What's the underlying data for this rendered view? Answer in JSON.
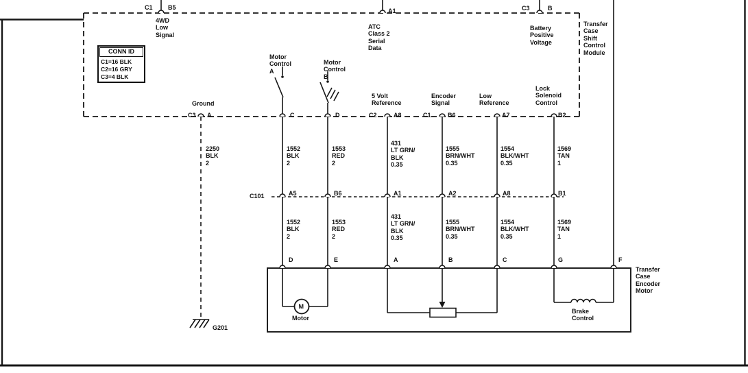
{
  "diagram": {
    "top": {
      "pins": {
        "c1": "C1",
        "b5": "B5",
        "a1": "A1",
        "c3": "C3",
        "b": "B"
      },
      "signals": {
        "fwd_low": "4WD\nLow\nSignal",
        "atc": "ATC\nClass 2\nSerial\nData",
        "battery": "Battery\nPositive\nVoltage"
      }
    },
    "module": {
      "name": "Transfer\nCase\nShift\nControl\nModule",
      "conn_id": {
        "header": "CONN ID",
        "rows": [
          "C1=16 BLK",
          "C2=16 GRY",
          "C3=4 BLK"
        ]
      },
      "switches": {
        "a": "Motor\nControl\nA",
        "b": "Motor\nControl\nB"
      },
      "outputs": {
        "ground": "Ground",
        "five_volt": "5 Volt\nReference",
        "encoder": "Encoder\nSignal",
        "low_ref": "Low\nReference",
        "lock": "Lock\nSolenoid\nControl"
      },
      "pins": {
        "c3": "C3",
        "a": "A",
        "c": "C",
        "d": "D",
        "c2": "C2",
        "a8": "A8",
        "c1": "C1",
        "b6": "B6",
        "a7": "A7",
        "b2": "B2"
      }
    },
    "wires_upper": [
      "2250\nBLK\n2",
      "1552\nBLK\n2",
      "1553\nRED\n2",
      "431\nLT GRN/\nBLK\n0.35",
      "1555\nBRN/WHT\n0.35",
      "1554\nBLK/WHT\n0.35",
      "1569\nTAN\n1"
    ],
    "c101": {
      "name": "C101",
      "pins": [
        "A5",
        "B6",
        "A1",
        "A2",
        "A8",
        "B1"
      ]
    },
    "wires_lower": [
      "1552\nBLK\n2",
      "1553\nRED\n2",
      "431\nLT GRN/\nBLK\n0.35",
      "1555\nBRN/WHT\n0.35",
      "1554\nBLK/WHT\n0.35",
      "1569\nTAN\n1"
    ],
    "encoder_motor": {
      "name": "Transfer\nCase\nEncoder\nMotor",
      "pins": [
        "D",
        "E",
        "A",
        "B",
        "C",
        "G",
        "F"
      ],
      "motor_label": "Motor",
      "motor_symbol": "M",
      "brake_label": "Brake\nControl"
    },
    "ground": {
      "id": "G201"
    }
  },
  "colors": {
    "line": "#161616",
    "bg": "#ffffff"
  }
}
